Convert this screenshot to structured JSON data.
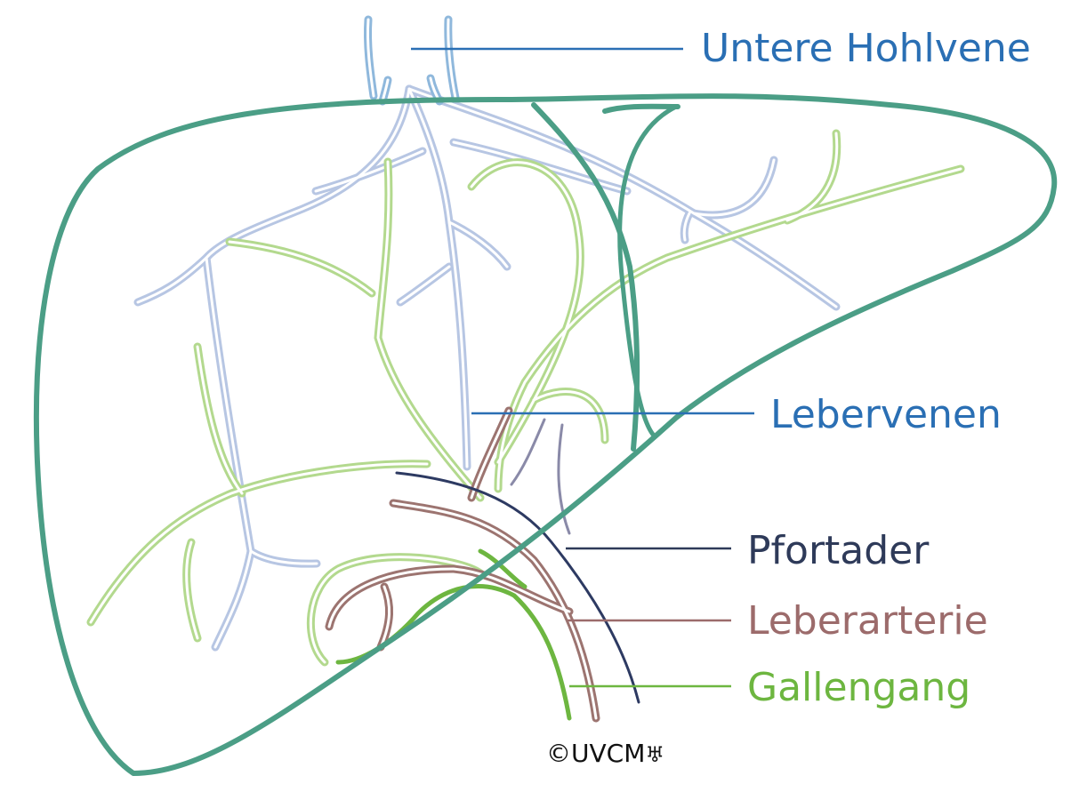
{
  "labels": {
    "inferior_vena_cava": "Untere Hohlvene",
    "hepatic_veins": "Lebervenen",
    "portal_vein": "Pfortader",
    "hepatic_artery": "Leberarterie",
    "bile_duct": "Gallengang"
  },
  "copyright": "©UVCM",
  "logo_glyph": "♅",
  "colors": {
    "liver_outline": "#4b9e86",
    "hepatic_veins": "#b7c6e3",
    "vena_cava": "#8fb8dc",
    "biliary_tree": "#b3d98e",
    "bile_duct_main": "#6db640",
    "portal_vein": "#2d3a62",
    "hepatic_artery": "#9c7470",
    "label_blue": "#2a6fb4",
    "label_navy": "#2e3a59",
    "label_artery": "#9c6b6b",
    "label_green": "#6db640"
  }
}
